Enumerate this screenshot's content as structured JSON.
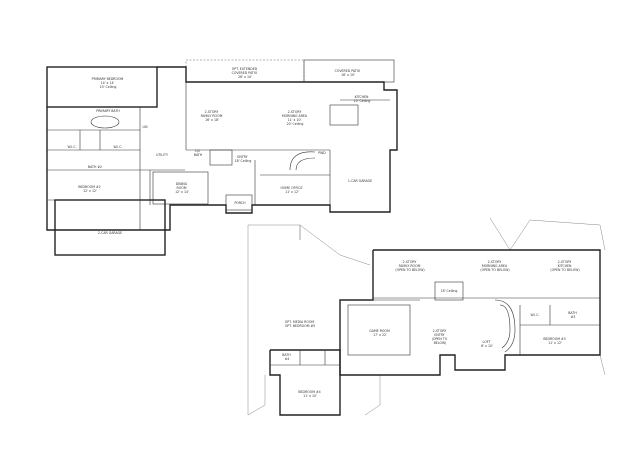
{
  "first_floor": {
    "rooms": [
      {
        "id": "primary-bedroom",
        "lines": [
          "PRIMARY BEDROOM",
          "14' x 14'",
          "10' Ceiling"
        ]
      },
      {
        "id": "primary-bath",
        "lines": [
          "PRIMARY BATH"
        ]
      },
      {
        "id": "wic-1",
        "lines": [
          "W.I.C."
        ]
      },
      {
        "id": "wic-2",
        "lines": [
          "W.I.C."
        ]
      },
      {
        "id": "lin",
        "lines": [
          "LIN"
        ]
      },
      {
        "id": "family-room",
        "lines": [
          "2-STORY",
          "FAMILY ROOM",
          "16' x 18'"
        ]
      },
      {
        "id": "morning-area",
        "lines": [
          "2-STORY",
          "MORNING AREA",
          "11' x 10'",
          "20' Ceiling"
        ]
      },
      {
        "id": "opt-covered-patio",
        "lines": [
          "OPT. EXTENDED",
          "COVERED PATIO",
          "26' x 10'"
        ]
      },
      {
        "id": "covered-patio",
        "lines": [
          "COVERED PATIO",
          "16' x 10'"
        ]
      },
      {
        "id": "kitchen",
        "lines": [
          "KITCHEN",
          "10' Ceiling"
        ]
      },
      {
        "id": "utility",
        "lines": [
          "UTILITY"
        ]
      },
      {
        "id": "half-bath",
        "lines": [
          "1/2",
          "BATH"
        ]
      },
      {
        "id": "bath-2",
        "lines": [
          "BATH #2"
        ]
      },
      {
        "id": "bedroom-2",
        "lines": [
          "BEDROOM #2",
          "12' x 12'"
        ]
      },
      {
        "id": "dining-room",
        "lines": [
          "DINING",
          "ROOM",
          "12' x 14'"
        ]
      },
      {
        "id": "entry",
        "lines": [
          "ENTRY",
          "18' Ceiling"
        ]
      },
      {
        "id": "porch",
        "lines": [
          "PORCH"
        ]
      },
      {
        "id": "home-office",
        "lines": [
          "HOME OFFICE",
          "11' x 12'"
        ]
      },
      {
        "id": "two-car-garage",
        "lines": [
          "2-CAR GARAGE"
        ]
      },
      {
        "id": "one-car-garage",
        "lines": [
          "1-CAR GARAGE"
        ]
      },
      {
        "id": "powder",
        "lines": [
          "PWD"
        ]
      }
    ]
  },
  "second_floor": {
    "rooms": [
      {
        "id": "family-open",
        "lines": [
          "2-STORY",
          "FAMILY ROOM",
          "(OPEN TO BELOW)"
        ]
      },
      {
        "id": "morning-open",
        "lines": [
          "2-STORY",
          "MORNING AREA",
          "(OPEN TO BELOW)"
        ]
      },
      {
        "id": "kitchen-open",
        "lines": [
          "2-STORY",
          "KITCHEN",
          "(OPEN TO BELOW)"
        ]
      },
      {
        "id": "ceiling-18",
        "lines": [
          "18' Ceiling"
        ]
      },
      {
        "id": "game-room",
        "lines": [
          "GAME ROOM",
          "17' x 22'"
        ]
      },
      {
        "id": "opt-media-room",
        "lines": [
          "OPT. MEDIA ROOM",
          "OPT. BEDROOM #5"
        ]
      },
      {
        "id": "entry-open",
        "lines": [
          "2-STORY",
          "ENTRY",
          "(OPEN TO",
          "BELOW)"
        ]
      },
      {
        "id": "loft",
        "lines": [
          "LOFT",
          "8' x 10'"
        ]
      },
      {
        "id": "wic-3",
        "lines": [
          "W.I.C."
        ]
      },
      {
        "id": "bath-3",
        "lines": [
          "BATH",
          "#3"
        ]
      },
      {
        "id": "bedroom-3",
        "lines": [
          "BEDROOM #3",
          "11' x 12'"
        ]
      },
      {
        "id": "bath-4",
        "lines": [
          "BATH",
          "#4"
        ]
      },
      {
        "id": "bedroom-4",
        "lines": [
          "BEDROOM #4",
          "11' x 10'"
        ]
      }
    ]
  }
}
